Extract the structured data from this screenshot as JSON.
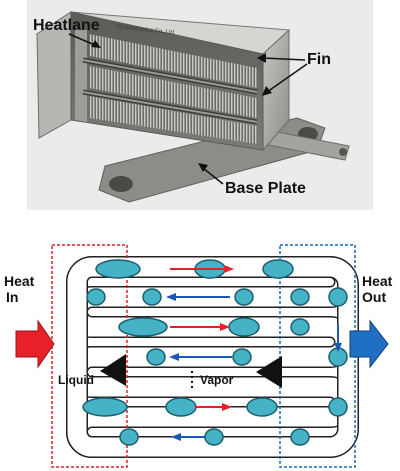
{
  "photo": {
    "labels": {
      "heatlane": "Heatlane",
      "fin": "Fin",
      "base_plate": "Base Plate"
    },
    "engraving": "TS Heatronics Co.,Ltd."
  },
  "diagram": {
    "heat_in": [
      "Heat",
      "In"
    ],
    "heat_out": [
      "Heat",
      "Out"
    ],
    "liquid": "Liquid",
    "vapor": "Vapor"
  },
  "colors": {
    "photo_background": "#ebebeb",
    "heat_in_arrow": "#e8202a",
    "heat_out_arrow": "#1f6fc4",
    "bubble_fill": "#46b2c6",
    "bubble_stroke": "#1c5f6e",
    "red_flow": "#e61f2c",
    "blue_flow": "#1c58b5",
    "hot_zone_border": "#d8232a",
    "cold_zone_border": "#1a6ab4"
  }
}
